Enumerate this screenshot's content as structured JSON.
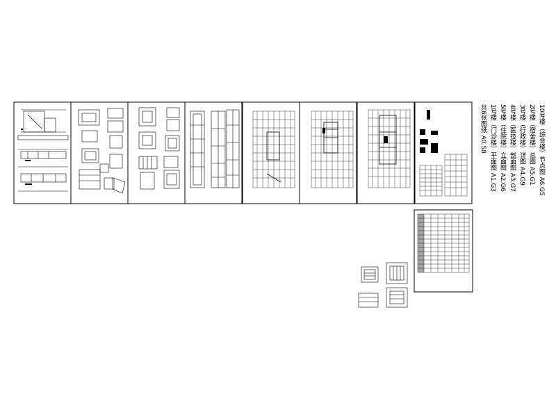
{
  "legend": {
    "lines": [
      "共6张图纸 A0.S8",
      "1号楼（门诊楼）平面图 A1.G3",
      "5号楼（住院楼）立面图 A2.G6",
      "4号楼（医技楼）剖面图 A3.G7",
      "3号楼（行政楼）详图 A4.G9",
      "2号楼（宿舍楼）总图 A5.G1",
      "10号楼（综合楼）节点图 A6.G5"
    ]
  },
  "sheets": [
    {
      "id": "sheet-1",
      "kind": "elevations"
    },
    {
      "id": "sheet-2",
      "kind": "room-details"
    },
    {
      "id": "sheet-3",
      "kind": "room-details"
    },
    {
      "id": "sheet-4",
      "kind": "long-sections"
    },
    {
      "id": "sheet-5",
      "kind": "floor-plan"
    },
    {
      "id": "sheet-6",
      "kind": "floor-plan"
    },
    {
      "id": "sheet-7",
      "kind": "floor-plan"
    },
    {
      "id": "sheet-8",
      "kind": "notes-and-tables"
    },
    {
      "id": "sheet-9",
      "kind": "schedule-table"
    }
  ]
}
